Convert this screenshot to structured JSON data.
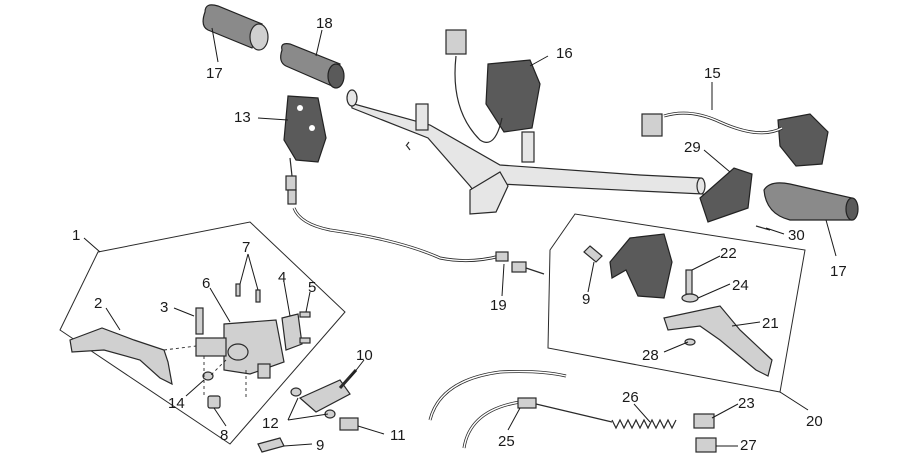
{
  "parts": [
    {
      "id": "p1",
      "label": "1"
    },
    {
      "id": "p2",
      "label": "2"
    },
    {
      "id": "p3",
      "label": "3"
    },
    {
      "id": "p4",
      "label": "4"
    },
    {
      "id": "p5",
      "label": "5"
    },
    {
      "id": "p6",
      "label": "6"
    },
    {
      "id": "p7",
      "label": "7"
    },
    {
      "id": "p8",
      "label": "8"
    },
    {
      "id": "p9a",
      "label": "9"
    },
    {
      "id": "p9b",
      "label": "9"
    },
    {
      "id": "p10",
      "label": "10"
    },
    {
      "id": "p11",
      "label": "11"
    },
    {
      "id": "p12",
      "label": "12"
    },
    {
      "id": "p13",
      "label": "13"
    },
    {
      "id": "p14",
      "label": "14"
    },
    {
      "id": "p15",
      "label": "15"
    },
    {
      "id": "p16",
      "label": "16"
    },
    {
      "id": "p17a",
      "label": "17"
    },
    {
      "id": "p17b",
      "label": "17"
    },
    {
      "id": "p18",
      "label": "18"
    },
    {
      "id": "p19",
      "label": "19"
    },
    {
      "id": "p20",
      "label": "20"
    },
    {
      "id": "p21",
      "label": "21"
    },
    {
      "id": "p22",
      "label": "22"
    },
    {
      "id": "p23",
      "label": "23"
    },
    {
      "id": "p24",
      "label": "24"
    },
    {
      "id": "p25",
      "label": "25"
    },
    {
      "id": "p26",
      "label": "26"
    },
    {
      "id": "p27",
      "label": "27"
    },
    {
      "id": "p28",
      "label": "28"
    },
    {
      "id": "p29",
      "label": "29"
    },
    {
      "id": "p30",
      "label": "30"
    }
  ]
}
